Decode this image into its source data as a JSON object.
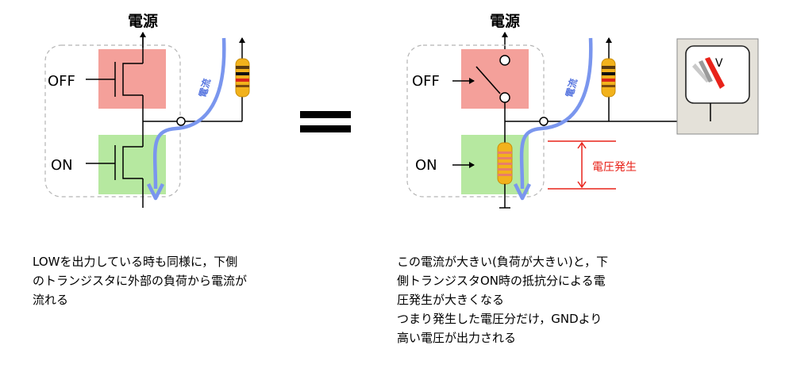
{
  "left": {
    "power_label": "電源",
    "off_label": "OFF",
    "on_label": "ON",
    "current_label": "電流"
  },
  "equals_sign": "=",
  "right": {
    "power_label": "電源",
    "off_label": "OFF",
    "on_label": "ON",
    "current_label": "電流",
    "voltage_label": "電圧発生",
    "meter_label": "V"
  },
  "captions": {
    "left": [
      "LOWを出力している時も同様に，下側",
      "のトランジスタに外部の負荷から電流が",
      "流れる"
    ],
    "right": [
      "この電流が大きい(負荷が大きい)と，下",
      "側トランジスタON時の抵抗分による電",
      "圧発生が大きくなる",
      "つまり発生した電圧分だけ，GNDより",
      "高い電圧が出力される"
    ]
  },
  "colors": {
    "off_box": "#f4a09a",
    "on_box": "#b6e8a0",
    "current_arrow": "#7a96ee",
    "voltage": "#e8231a",
    "resistor_body": "#f2b21c",
    "meter_case": "#e4e1d9"
  }
}
